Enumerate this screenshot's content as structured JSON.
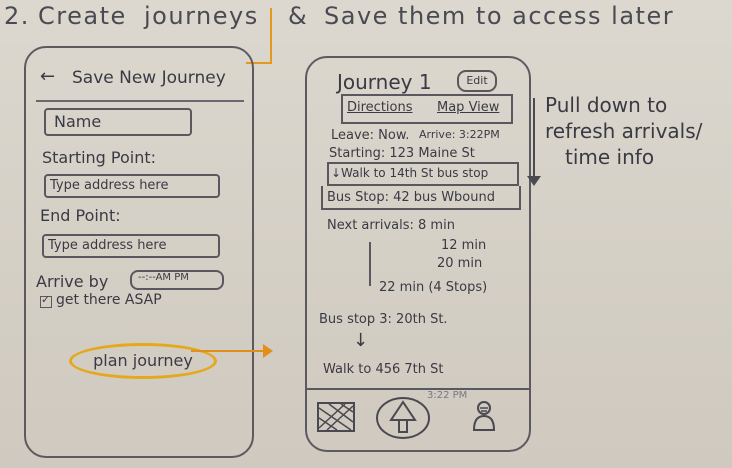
{
  "caption": {
    "number": "2.",
    "create": "Create",
    "journeys": "journeys",
    "amp": "&",
    "rest": "Save them to access later"
  },
  "save_screen": {
    "back_icon": "left-arrow-icon",
    "title": "Save New Journey",
    "name_placeholder": "Name",
    "start_label": "Starting Point:",
    "start_placeholder": "Type address here",
    "end_label": "End Point:",
    "end_placeholder": "Type address here",
    "arrive_label": "Arrive by",
    "arrive_time": "--:--AM PM",
    "asap_label": "get there ASAP",
    "plan_button": "plan journey"
  },
  "journey_screen": {
    "title": "Journey 1",
    "edit": "Edit",
    "tabs": [
      "Directions",
      "Map View"
    ],
    "leave": "Leave: Now.",
    "arrive": "Arrive: 3:22PM",
    "starting": "Starting: 123 Maine St",
    "walk1": "↓Walk to 14th St bus stop",
    "bus_stop": "Bus Stop: 42 bus Wbound",
    "next_arrivals_label": "Next arrivals: 8 min",
    "arrival2": "12 min",
    "arrival3": "20 min",
    "arrival4": "22 min (4 Stops)",
    "bus_stop3": "Bus stop 3: 20th St.",
    "down_arrow": "↓",
    "walk2": "Walk to 456 7th St",
    "cut_text": "3:22 PM",
    "nav_icons": [
      "map-icon",
      "home-icon",
      "person-icon"
    ]
  },
  "side_note": [
    "Pull down to",
    "refresh arrivals/",
    "time info"
  ]
}
